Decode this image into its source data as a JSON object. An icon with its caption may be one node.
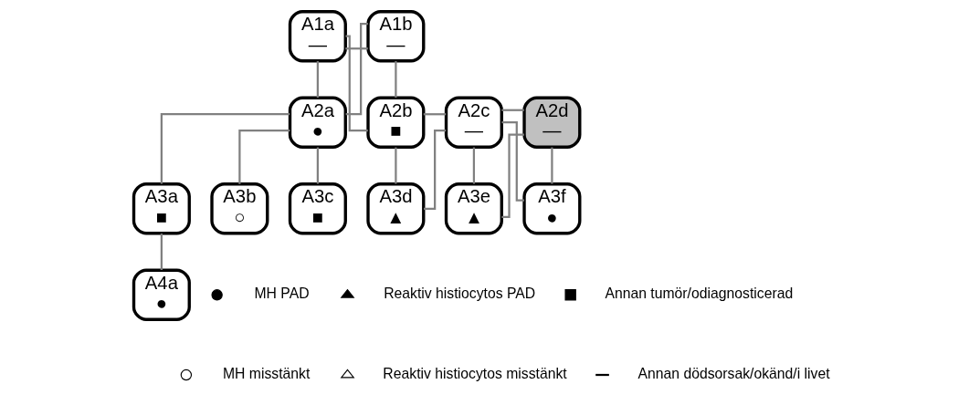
{
  "diagram": {
    "nodes": [
      {
        "text": [
          "A1a",
          "—"
        ]
      },
      {
        "text": [
          "A1b",
          "—"
        ]
      },
      {
        "text": [
          "A2a",
          "●"
        ]
      },
      {
        "text": [
          "A2b",
          "■"
        ]
      },
      {
        "text": [
          "A2c",
          "—"
        ]
      },
      {
        "text": [
          "A2d",
          "—"
        ]
      },
      {
        "text": [
          "A3a",
          "■"
        ]
      },
      {
        "text": [
          "A3b",
          "○"
        ]
      },
      {
        "text": [
          "A3c",
          "■"
        ]
      },
      {
        "text": [
          "A3d",
          "▲"
        ]
      },
      {
        "text": [
          "A3e",
          "▲"
        ]
      },
      {
        "text": [
          "A3f",
          "●"
        ]
      },
      {
        "text": [
          "A4a",
          "●"
        ]
      }
    ],
    "edges": [
      {
        "from": 0,
        "to": 1,
        "arrow": "none"
      },
      {
        "from": 0,
        "to": 2,
        "arrow": "none"
      },
      {
        "from": 0,
        "to": 3,
        "arrow": "none"
      },
      {
        "from": 1,
        "to": 2,
        "arrow": "none"
      },
      {
        "from": 1,
        "to": 3,
        "arrow": "none"
      },
      {
        "from": 2,
        "to": 6,
        "arrow": "none"
      },
      {
        "from": 2,
        "to": 7,
        "arrow": "none"
      },
      {
        "from": 2,
        "to": 8,
        "arrow": "none"
      },
      {
        "from": 3,
        "to": 4,
        "arrow": "none"
      },
      {
        "from": 3,
        "to": 9,
        "arrow": "none"
      },
      {
        "from": 4,
        "to": 9,
        "arrow": "none"
      },
      {
        "from": 4,
        "to": 5,
        "arrow": "none"
      },
      {
        "from": 4,
        "to": 10,
        "arrow": "none"
      },
      {
        "from": 4,
        "to": 11,
        "arrow": "none"
      },
      {
        "from": 5,
        "to": 10,
        "arrow": "none"
      },
      {
        "from": 5,
        "to": 11,
        "arrow": "none"
      },
      {
        "from": 6,
        "to": 12,
        "arrow": "none"
      }
    ],
    "legend": [
      {
        "text": "MH PAD"
      },
      {
        "text": "MH misstänkt"
      },
      {
        "text": "Reaktiv histiocytos PAD"
      },
      {
        "text": "Reaktiv histiocytos misstänkt"
      },
      {
        "text": "Annan tumör/odiagnosticerad"
      },
      {
        "text": "Annan dödsorsak/okänd/i livet"
      }
    ]
  }
}
